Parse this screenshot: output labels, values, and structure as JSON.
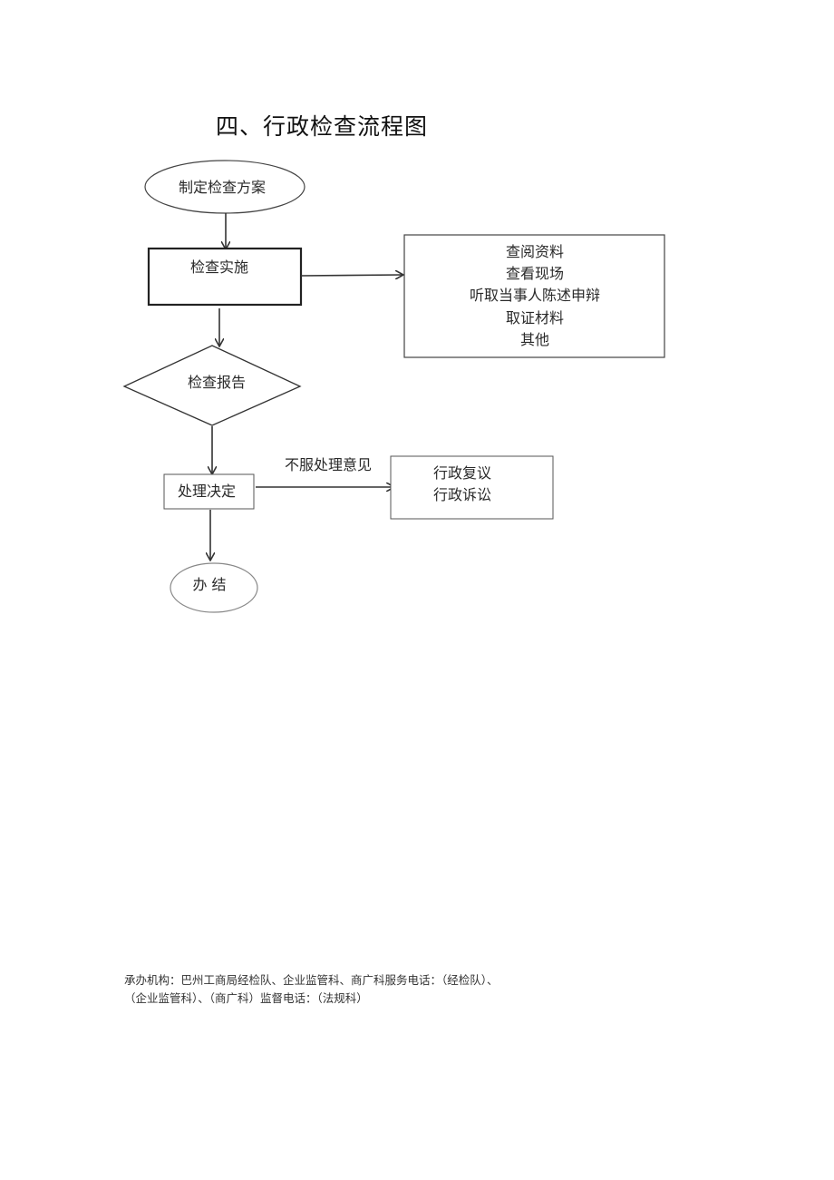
{
  "title": "四、行政检查流程图",
  "flowchart": {
    "start": "制定检查方案",
    "implement": "检查实施",
    "methods": [
      "查阅资料",
      "查看现场",
      "听取当事人陈述申辩",
      "取证材料",
      "其他"
    ],
    "report": "检查报告",
    "decision": "处理决定",
    "objection_label": "不服处理意见",
    "remedies": [
      "行政复议",
      "行政诉讼"
    ],
    "end": "办 结"
  },
  "footer": {
    "text": "承办机构：巴州工商局经检队、企业监管科、商广科服务电话：（经检队）、（企业监管科）、（商广科）监督电话：（法规科）"
  }
}
